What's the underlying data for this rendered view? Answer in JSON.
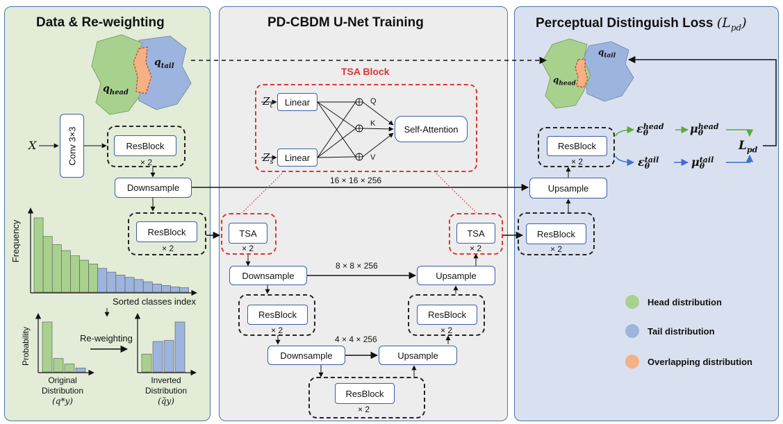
{
  "panels": {
    "left_title": "Data & Re-weighting",
    "middle_title": "PD-CBDM U-Net Training",
    "right_title": "Perceptual Distinguish Loss",
    "right_title_symbol": "(L",
    "right_title_sub": "pd",
    "right_title_close": ")"
  },
  "left": {
    "q_head": "q",
    "q_head_sub": "head",
    "q_tail": "q",
    "q_tail_sub": "tail",
    "x_label": "X",
    "conv": "Conv 3×3",
    "resblock1": "ResBlock",
    "times1": "× 2",
    "downsample": "Downsample",
    "resblock2": "ResBlock",
    "times2": "× 2",
    "freq_ylabel": "Frequency",
    "freq_xlabel": "Sorted classes index",
    "prob_ylabel": "Probability",
    "reweighting": "Re-weighting",
    "original_1": "Original",
    "original_2": "Distribution",
    "original_3": "(q*y)",
    "inverted_1": "Inverted",
    "inverted_2": "Distribution",
    "inverted_3": "(q̃y)"
  },
  "middle": {
    "tsa_block_title": "TSA Block",
    "zt": "Z",
    "zt_sub": "t",
    "zs": "Z",
    "zs_sub": "s",
    "linear1": "Linear",
    "linear2": "Linear",
    "q": "Q",
    "k": "K",
    "v": "V",
    "self_attention": "Self-Attention",
    "tsa_left": "TSA",
    "tsa_left_times": "× 2",
    "tsa_right": "TSA",
    "tsa_right_times": "× 2",
    "dim16": "16 × 16 × 256",
    "dim8": "8 × 8 × 256",
    "dim4": "4 × 4 × 256",
    "downsample_a": "Downsample",
    "upsample_a": "Upsample",
    "resblock_a": "ResBlock",
    "times_a": "× 2",
    "resblock_b": "ResBlock",
    "times_b": "× 2",
    "downsample_b": "Downsample",
    "upsample_b": "Upsample",
    "resblock_c": "ResBlock",
    "times_c": "× 2"
  },
  "right": {
    "q_head": "q",
    "q_head_sub": "head",
    "q_tail": "q",
    "q_tail_sub": "tail",
    "resblock_top": "ResBlock",
    "times_top": "× 2",
    "upsample": "Upsample",
    "resblock_bottom": "ResBlock",
    "times_bottom": "× 2",
    "eps_head": "ε",
    "eps_head_sup": "head",
    "eps_head_sub": "θ",
    "mu_head": "μ",
    "mu_head_sup": "head",
    "mu_head_sub": "θ",
    "eps_tail": "ε",
    "eps_tail_sup": "tail",
    "eps_tail_sub": "θ",
    "mu_tail": "μ",
    "mu_tail_sup": "tail",
    "mu_tail_sub": "θ",
    "lpd": "L",
    "lpd_sub": "pd"
  },
  "legend": {
    "head": "Head distribution",
    "tail": "Tail distribution",
    "overlap": "Overlapping distribution"
  },
  "colors": {
    "head": "#a9d18e",
    "tail": "#9db5de",
    "overlap": "#f4b183",
    "left_bg": "#e2ecd7",
    "middle_bg": "#ededed",
    "right_bg": "#d9e1f0"
  },
  "chart_data": [
    {
      "type": "bar",
      "title": "",
      "ylabel": "Frequency",
      "xlabel": "Sorted classes index",
      "series": [
        {
          "name": "",
          "values": [
            100,
            75,
            64,
            56,
            49,
            43,
            38,
            32,
            27,
            23,
            20,
            17,
            14,
            11,
            9,
            7,
            6
          ]
        }
      ],
      "head_count": 7
    },
    {
      "type": "bar",
      "title": "",
      "ylabel": "Probability",
      "xlabel": "Original Distribution",
      "values": [
        100,
        27,
        16,
        8
      ]
    },
    {
      "type": "bar",
      "title": "",
      "ylabel": "",
      "xlabel": "Inverted Distribution",
      "values": [
        34,
        58,
        60,
        95
      ]
    }
  ]
}
